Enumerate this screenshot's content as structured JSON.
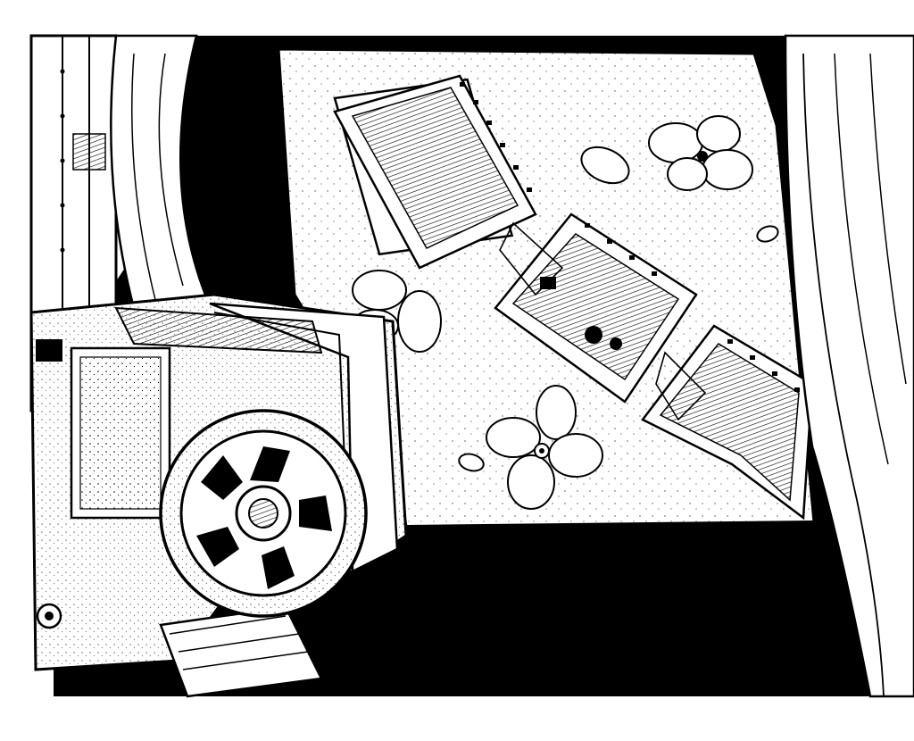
{
  "illustration": {
    "style": "black-and-white ink drawing",
    "ink_color": "#000000",
    "paper_color": "#ffffff",
    "elements": [
      "film-projector",
      "film-reel",
      "projection-screen",
      "film-strip",
      "flower",
      "petal",
      "curtain",
      "window-frame"
    ]
  }
}
